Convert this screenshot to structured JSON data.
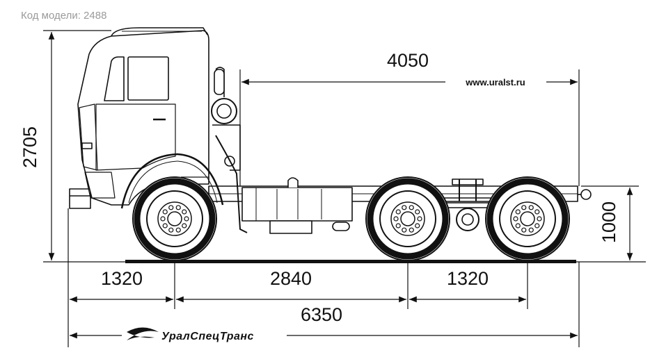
{
  "header": {
    "model_code": "Код модели: 2488"
  },
  "dimensions": {
    "height_total": "2705",
    "frame_length": "4050",
    "frame_height": "1000",
    "front_overhang": "1320",
    "wheelbase_front": "2840",
    "wheelbase_rear": "1320",
    "total_length": "6350"
  },
  "website": "www.uralst.ru",
  "logo": {
    "text": "УралСпецТранс"
  },
  "colors": {
    "line": "#111111",
    "caption": "#9a9a9a"
  }
}
